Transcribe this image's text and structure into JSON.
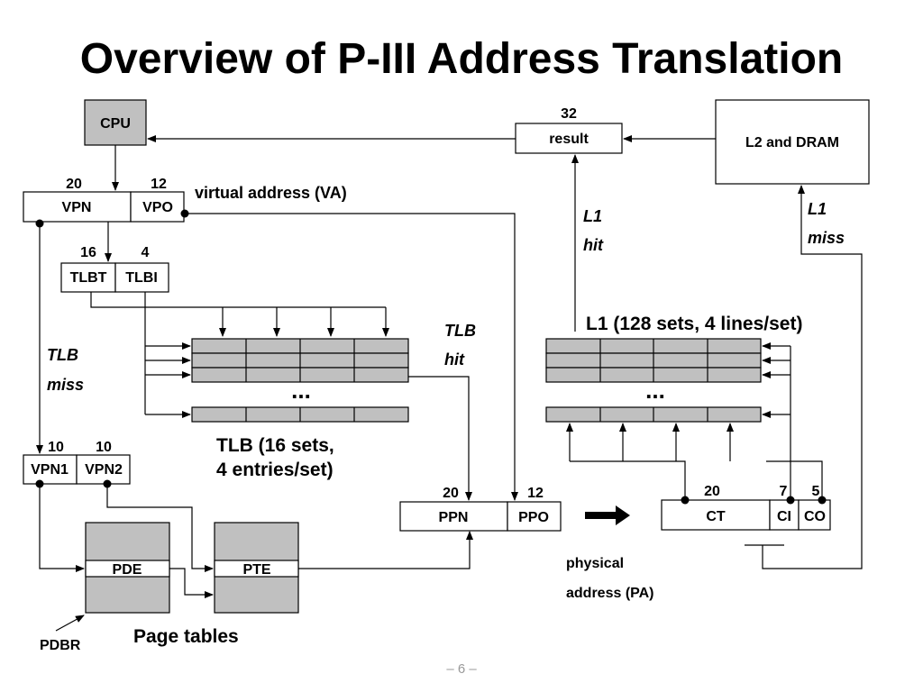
{
  "title": "Overview of P-III Address Translation",
  "footer": "– 6 –",
  "cpu": "CPU",
  "result": {
    "label": "result",
    "bits": "32"
  },
  "l2": "L2 and DRAM",
  "va": {
    "vpn": "VPN",
    "vpo": "VPO",
    "vpn_bits": "20",
    "vpo_bits": "12",
    "caption": "virtual address (VA)"
  },
  "tlb_index": {
    "tlbt": "TLBT",
    "tlbi": "TLBI",
    "tlbt_bits": "16",
    "tlbi_bits": "4"
  },
  "tlb_miss": [
    "TLB",
    "miss"
  ],
  "tlb_hit": [
    "TLB",
    "hit"
  ],
  "tlb_caption": [
    "TLB (16 sets,",
    "4 entries/set)"
  ],
  "ellipsis": "...",
  "vpn_split": {
    "vpn1": "VPN1",
    "vpn2": "VPN2",
    "vpn1_bits": "10",
    "vpn2_bits": "10"
  },
  "pa": {
    "ppn": "PPN",
    "ppo": "PPO",
    "ppn_bits": "20",
    "ppo_bits": "12",
    "caption": [
      "physical",
      "address (PA)"
    ]
  },
  "cache_addr": {
    "ct": "CT",
    "ci": "CI",
    "co": "CO",
    "ct_bits": "20",
    "ci_bits": "7",
    "co_bits": "5"
  },
  "l1_hit": [
    "L1",
    "hit"
  ],
  "l1_miss": [
    "L1",
    "miss"
  ],
  "l1_caption": "L1 (128 sets, 4 lines/set)",
  "page_tables": {
    "pde": "PDE",
    "pte": "PTE",
    "caption": "Page tables",
    "pdbr": "PDBR"
  }
}
